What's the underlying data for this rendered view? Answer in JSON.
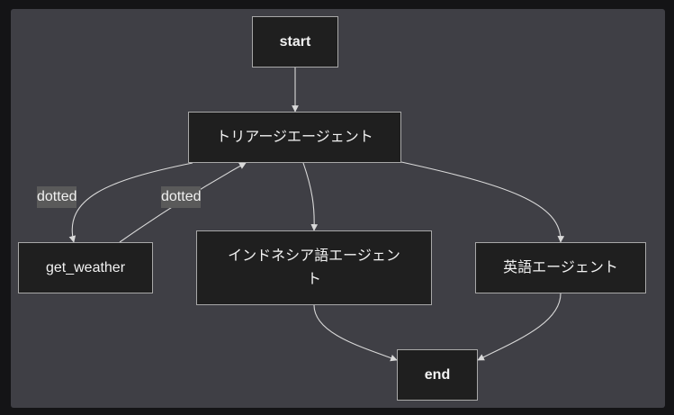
{
  "diagram": {
    "nodes": {
      "start": "start",
      "triage": "トリアージエージェント",
      "get_weather": "get_weather",
      "indonesian": "インドネシア語エージェント",
      "english": "英語エージェント",
      "end": "end"
    },
    "edge_labels": {
      "triage_to_weather": "dotted",
      "weather_to_triage": "dotted"
    },
    "colors": {
      "background": "#3f3f45",
      "node_fill": "#1f1f1f",
      "node_border": "#a8a8a8",
      "edge": "#d9d9d9",
      "label_bg": "#5a5a5a"
    }
  }
}
